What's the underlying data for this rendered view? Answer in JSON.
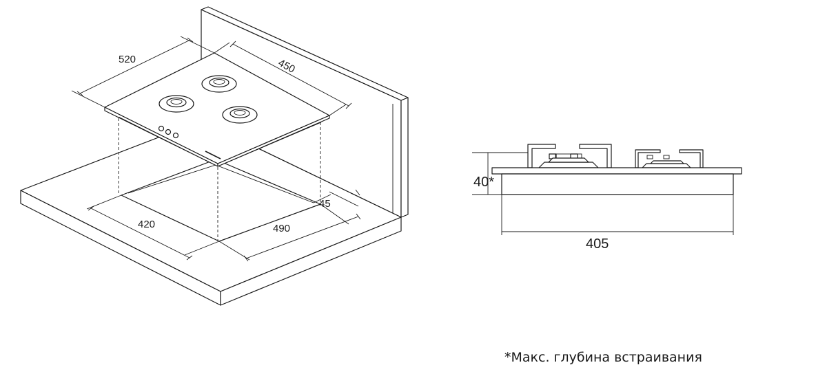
{
  "iso_view": {
    "dims": {
      "width_top": "520",
      "depth_top": "450",
      "cutout_width": "420",
      "cutout_depth": "490",
      "back_offset": "45"
    }
  },
  "side_view": {
    "dims": {
      "height": "40*",
      "length": "405"
    }
  },
  "footnote": "*Макс. глубина встраивания",
  "colors": {
    "line": "#1a1a1a",
    "background": "#ffffff"
  }
}
